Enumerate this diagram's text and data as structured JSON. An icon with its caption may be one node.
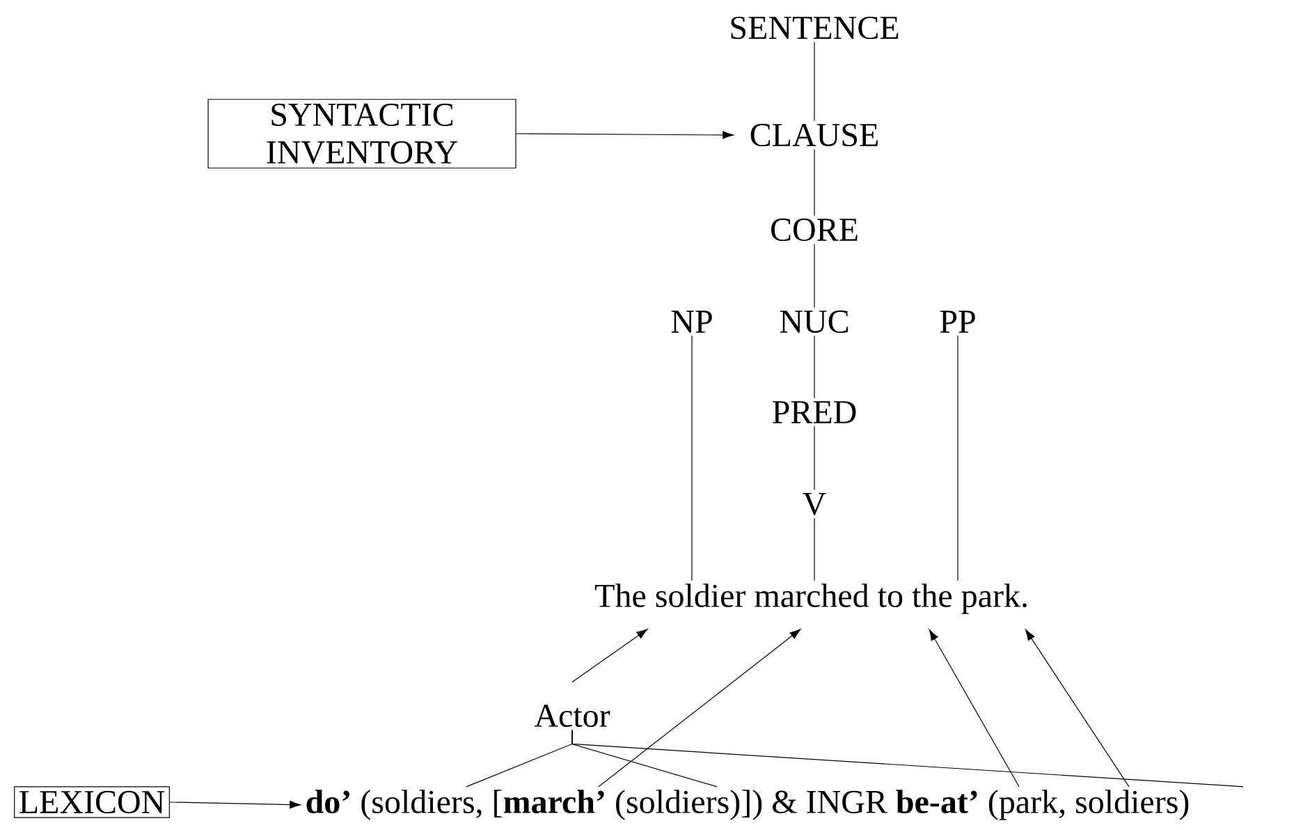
{
  "diagram": {
    "nodes": [
      {
        "text": [
          "SENTENCE"
        ]
      },
      {
        "text": [
          "SYNTACTIC INVENTORY"
        ]
      },
      {
        "text": [
          "CLAUSE"
        ]
      },
      {
        "text": [
          "CORE"
        ]
      },
      {
        "text": [
          "NP"
        ]
      },
      {
        "text": [
          "NUC"
        ]
      },
      {
        "text": [
          "PP"
        ]
      },
      {
        "text": [
          "PRED"
        ]
      },
      {
        "text": [
          "V"
        ]
      },
      {
        "text": [
          "The soldier marched to the park."
        ]
      },
      {
        "text": [
          "Actor"
        ]
      },
      {
        "text": [
          "LEXICON"
        ]
      },
      {
        "text": [
          "**do’** (soldiers, [**march’** (soldiers)]) & INGR **be-at’** (park, soldiers)"
        ]
      }
    ],
    "edges": [
      {
        "from": 0,
        "to": 2,
        "arrow": "none"
      },
      {
        "from": 1,
        "to": 2,
        "arrow": "to"
      },
      {
        "from": 2,
        "to": 3,
        "arrow": "none"
      },
      {
        "from": 3,
        "to": 5,
        "arrow": "none"
      },
      {
        "from": 5,
        "to": 7,
        "arrow": "none"
      },
      {
        "from": 7,
        "to": 8,
        "arrow": "none"
      },
      {
        "from": 4,
        "to": 9,
        "arrow": "none"
      },
      {
        "from": 8,
        "to": 9,
        "arrow": "none"
      },
      {
        "from": 6,
        "to": 9,
        "arrow": "none"
      },
      {
        "from": 10,
        "to": 9,
        "arrow": "to"
      },
      {
        "from": 10,
        "to": 12,
        "arrow": "none"
      },
      {
        "from": 10,
        "to": 12,
        "arrow": "none"
      },
      {
        "from": 10,
        "to": 12,
        "arrow": "none"
      },
      {
        "from": 12,
        "to": 9,
        "arrow": "to"
      },
      {
        "from": 12,
        "to": 9,
        "arrow": "to"
      },
      {
        "from": 12,
        "to": 9,
        "arrow": "to"
      },
      {
        "from": 11,
        "to": 12,
        "arrow": "to"
      }
    ]
  }
}
